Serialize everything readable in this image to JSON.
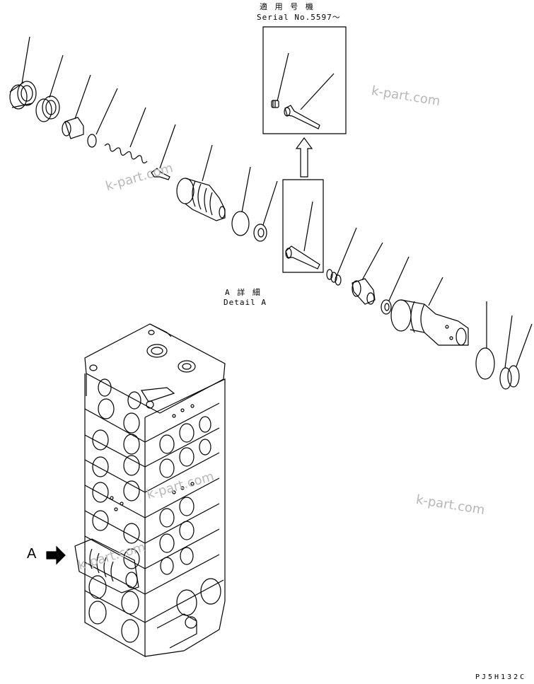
{
  "serial_box": {
    "title_jp": "適 用 号 機",
    "serial": "Serial No.5597～"
  },
  "detail_label": {
    "jp": "A  詳  細",
    "en": "Detail A"
  },
  "view_marker": "A",
  "drawing_code": "PJ5H132C",
  "watermarks": [
    "k-part.com",
    "k-part.com",
    "k-part.com",
    "k-part.com",
    "k-part.com"
  ],
  "colors": {
    "line": "#000000",
    "watermark": "#b8b8b8",
    "background": "#ffffff"
  }
}
